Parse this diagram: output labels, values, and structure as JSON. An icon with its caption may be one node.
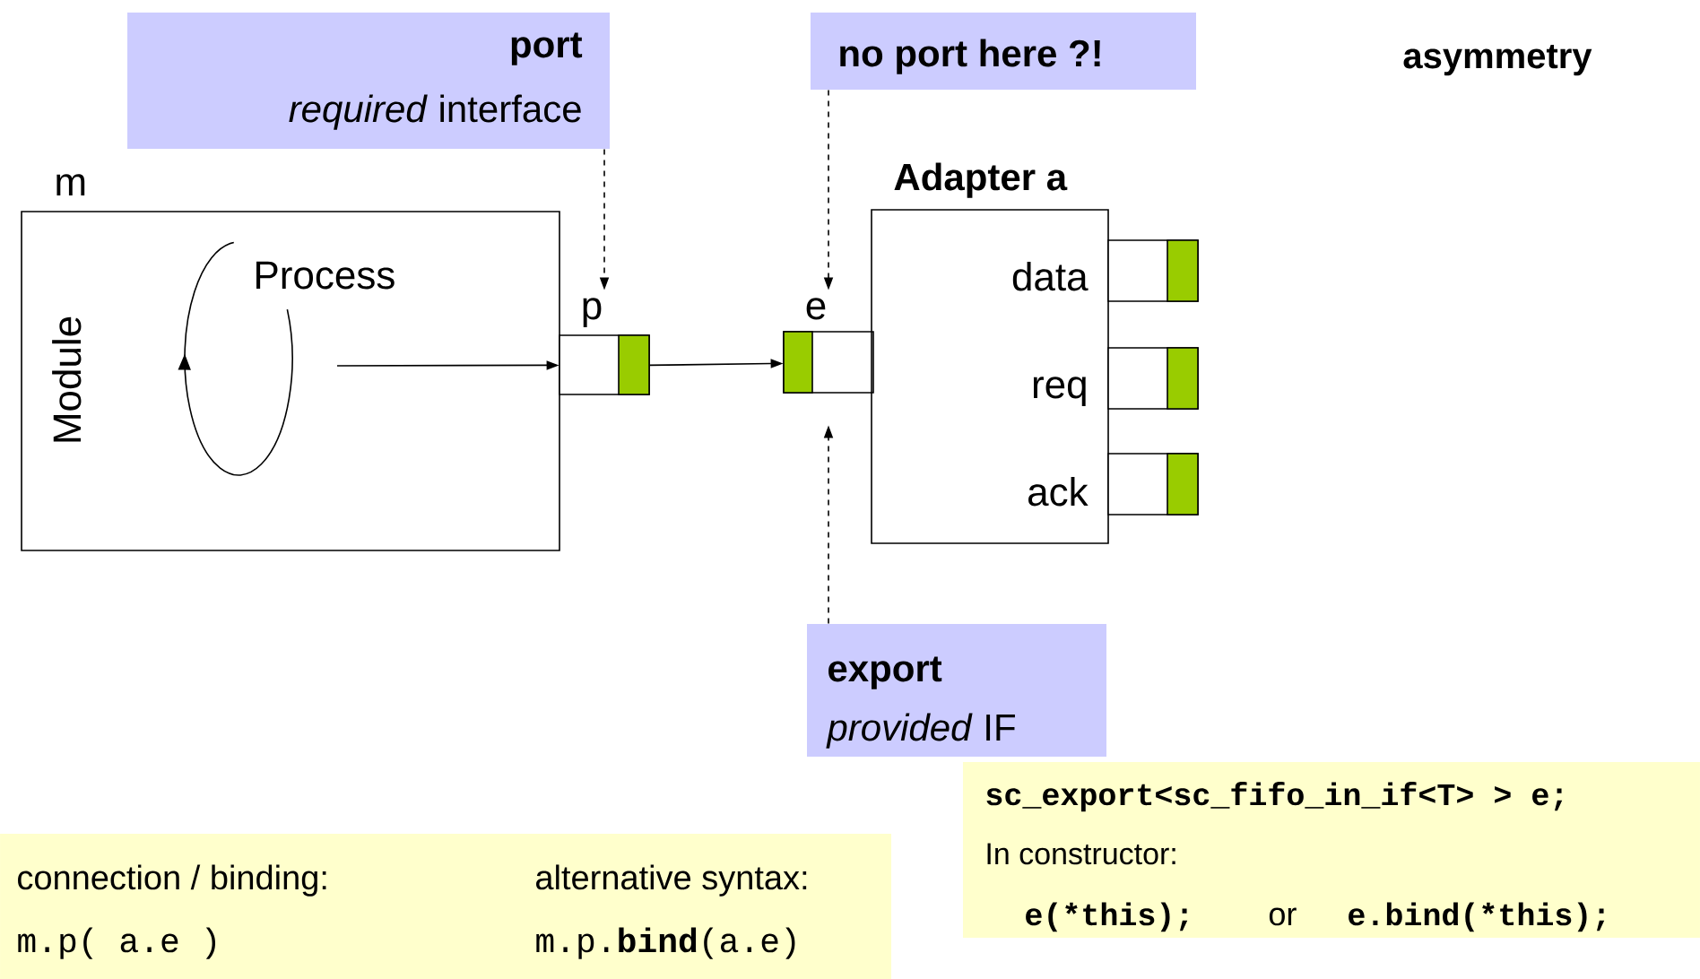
{
  "diagram": {
    "nodes": [
      {
        "text": [
          "port",
          "*required* interface"
        ]
      },
      {
        "text": [
          "no port here ?!"
        ]
      },
      {
        "text": [
          "m",
          "Module",
          "Process"
        ]
      },
      {
        "text": [
          "p"
        ]
      },
      {
        "text": [
          "e"
        ]
      },
      {
        "text": [
          "Adapter a",
          "data",
          "req",
          "ack"
        ]
      },
      {
        "text": [],
        "shape": "box"
      },
      {
        "text": [],
        "shape": "box"
      },
      {
        "text": [],
        "shape": "box"
      },
      {
        "text": [
          "export",
          "*provided* IF"
        ]
      },
      {
        "text": [
          "connection / binding:",
          "alternative syntax:",
          "m.p( a.e )",
          "m.p.**bind**(a.e)"
        ]
      },
      {
        "text": [
          "sc_export<sc_fifo_in_if<T> > e;",
          "In constructor:",
          "e(*this);",
          "or",
          "e.bind(*this);"
        ]
      }
    ],
    "edges": [
      {
        "from": 0,
        "to": 3,
        "arrow": "to",
        "style": "dashed"
      },
      {
        "from": 1,
        "to": 4,
        "arrow": "to",
        "style": "dashed"
      },
      {
        "from": 9,
        "to": 4,
        "arrow": "to",
        "style": "dashed"
      },
      {
        "from": 2,
        "to": 3,
        "arrow": "to"
      },
      {
        "from": 3,
        "to": 4,
        "arrow": "to"
      }
    ],
    "labels": [
      "asymmetry"
    ]
  }
}
